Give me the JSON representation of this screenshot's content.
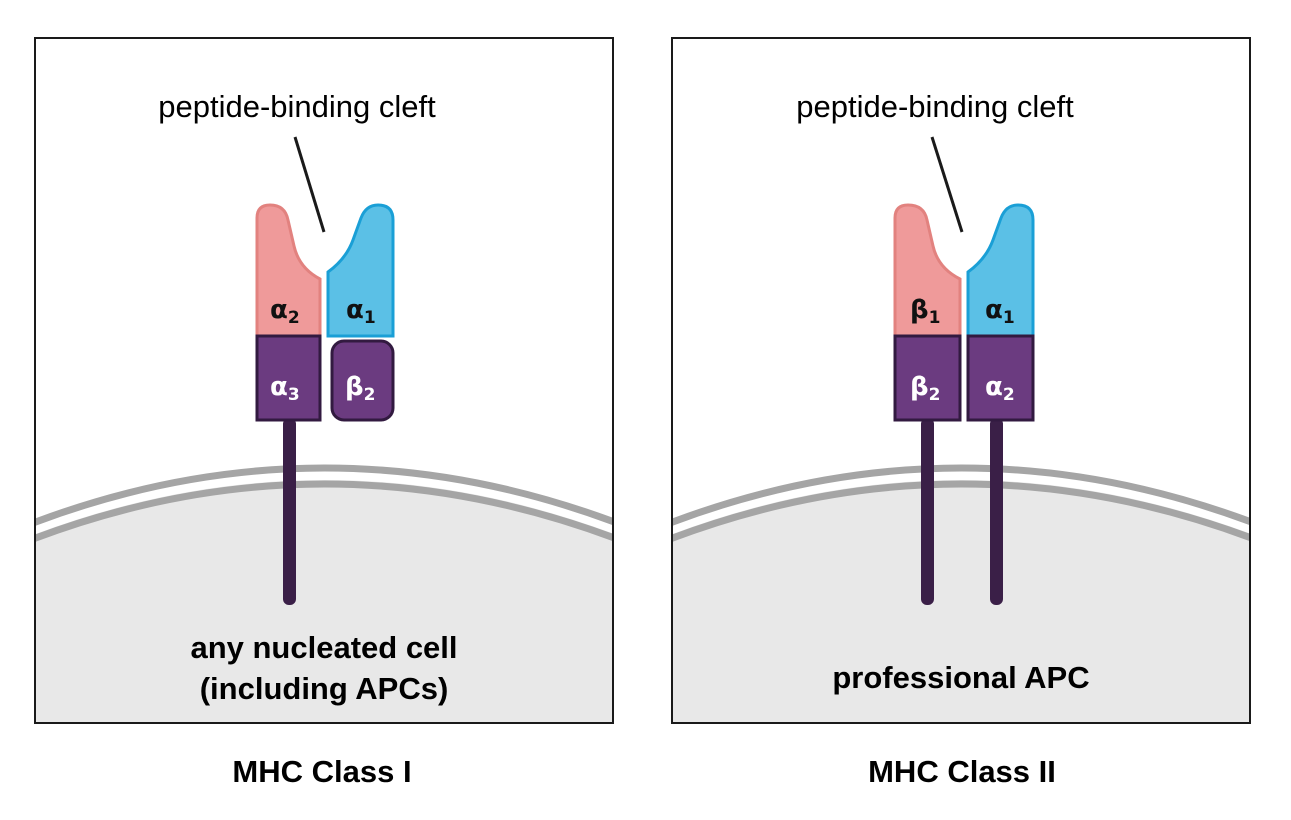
{
  "panels": [
    {
      "cleft_label": "peptide-binding cleft",
      "cell_label_line1": "any nucleated cell",
      "cell_label_line2": "(including APCs)",
      "title": "MHC Class I",
      "domains": {
        "top_left": {
          "greek": "α",
          "sub": "2"
        },
        "top_right": {
          "greek": "α",
          "sub": "1"
        },
        "bottom_left": {
          "greek": "α",
          "sub": "3"
        },
        "bottom_right": {
          "greek": "β",
          "sub": "2"
        }
      }
    },
    {
      "cleft_label": "peptide-binding cleft",
      "cell_label_line1": "professional APC",
      "title": "MHC Class II",
      "domains": {
        "top_left": {
          "greek": "β",
          "sub": "1"
        },
        "top_right": {
          "greek": "α",
          "sub": "1"
        },
        "bottom_left": {
          "greek": "β",
          "sub": "2"
        },
        "bottom_right": {
          "greek": "α",
          "sub": "2"
        }
      }
    }
  ],
  "colors": {
    "pink_fill": "#ef9a9a",
    "pink_stroke": "#e2827f",
    "blue_fill": "#5bc0e6",
    "blue_stroke": "#1a9fd6",
    "purple_fill": "#6b3b80",
    "purple_stroke": "#321a40",
    "stalk": "#3a1f47",
    "cell_fill": "#e8e8e8",
    "membrane": "#a5a5a5"
  }
}
